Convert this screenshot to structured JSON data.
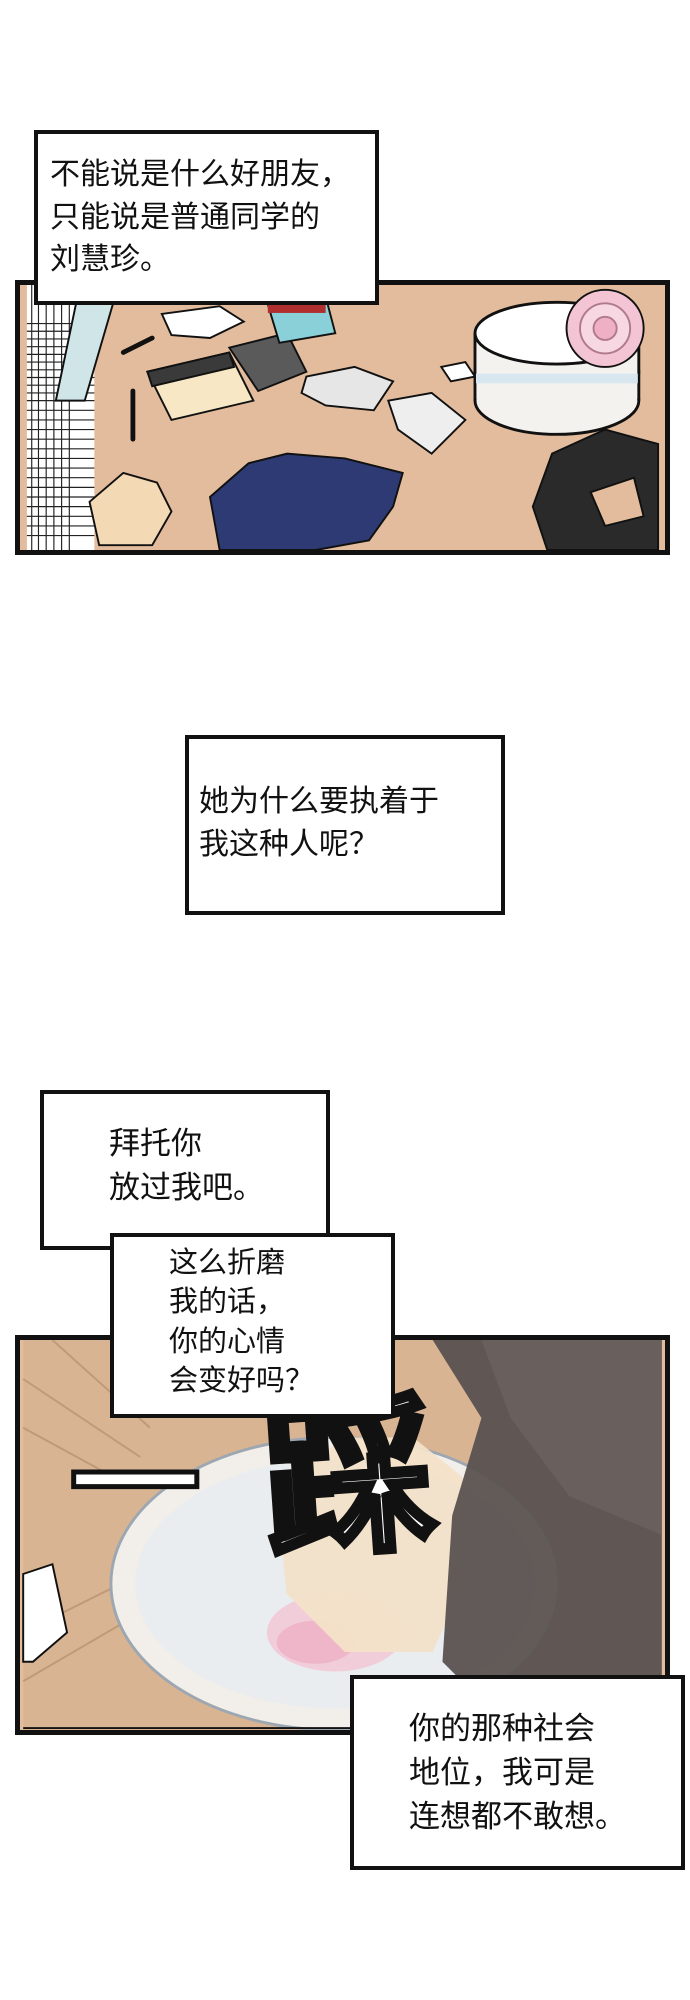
{
  "captions": {
    "caption1": {
      "lines": [
        "不能说是什么好朋友，",
        "只能说是普通同学的",
        "刘慧珍。"
      ]
    },
    "caption2": {
      "lines": [
        "她为什么要执着于",
        "我这种人呢？"
      ]
    },
    "caption3": {
      "lines": [
        "拜托你",
        "放过我吧。"
      ]
    },
    "caption4": {
      "lines": [
        "这么折磨",
        "我的话，",
        "你的心情",
        "会变好吗？"
      ]
    },
    "caption5": {
      "lines": [
        "你的那种社会",
        "地位，我可是",
        "连想都不敢想。"
      ]
    }
  },
  "sfx": {
    "dash": "一",
    "stomp": "踩"
  },
  "colors": {
    "floor": "#e2bc9c",
    "skin": "#f3e1c8",
    "cake_box": "#f4f2ee",
    "ribbon": "#d8e6ef",
    "flower": "#f2c4d4",
    "shoe_dark": "#5a5250",
    "shirt_navy": "#2d3a73",
    "bag_black": "#2a2a2a"
  },
  "icons": [
    "cake-box-illustration",
    "stomping-shoe-illustration"
  ]
}
